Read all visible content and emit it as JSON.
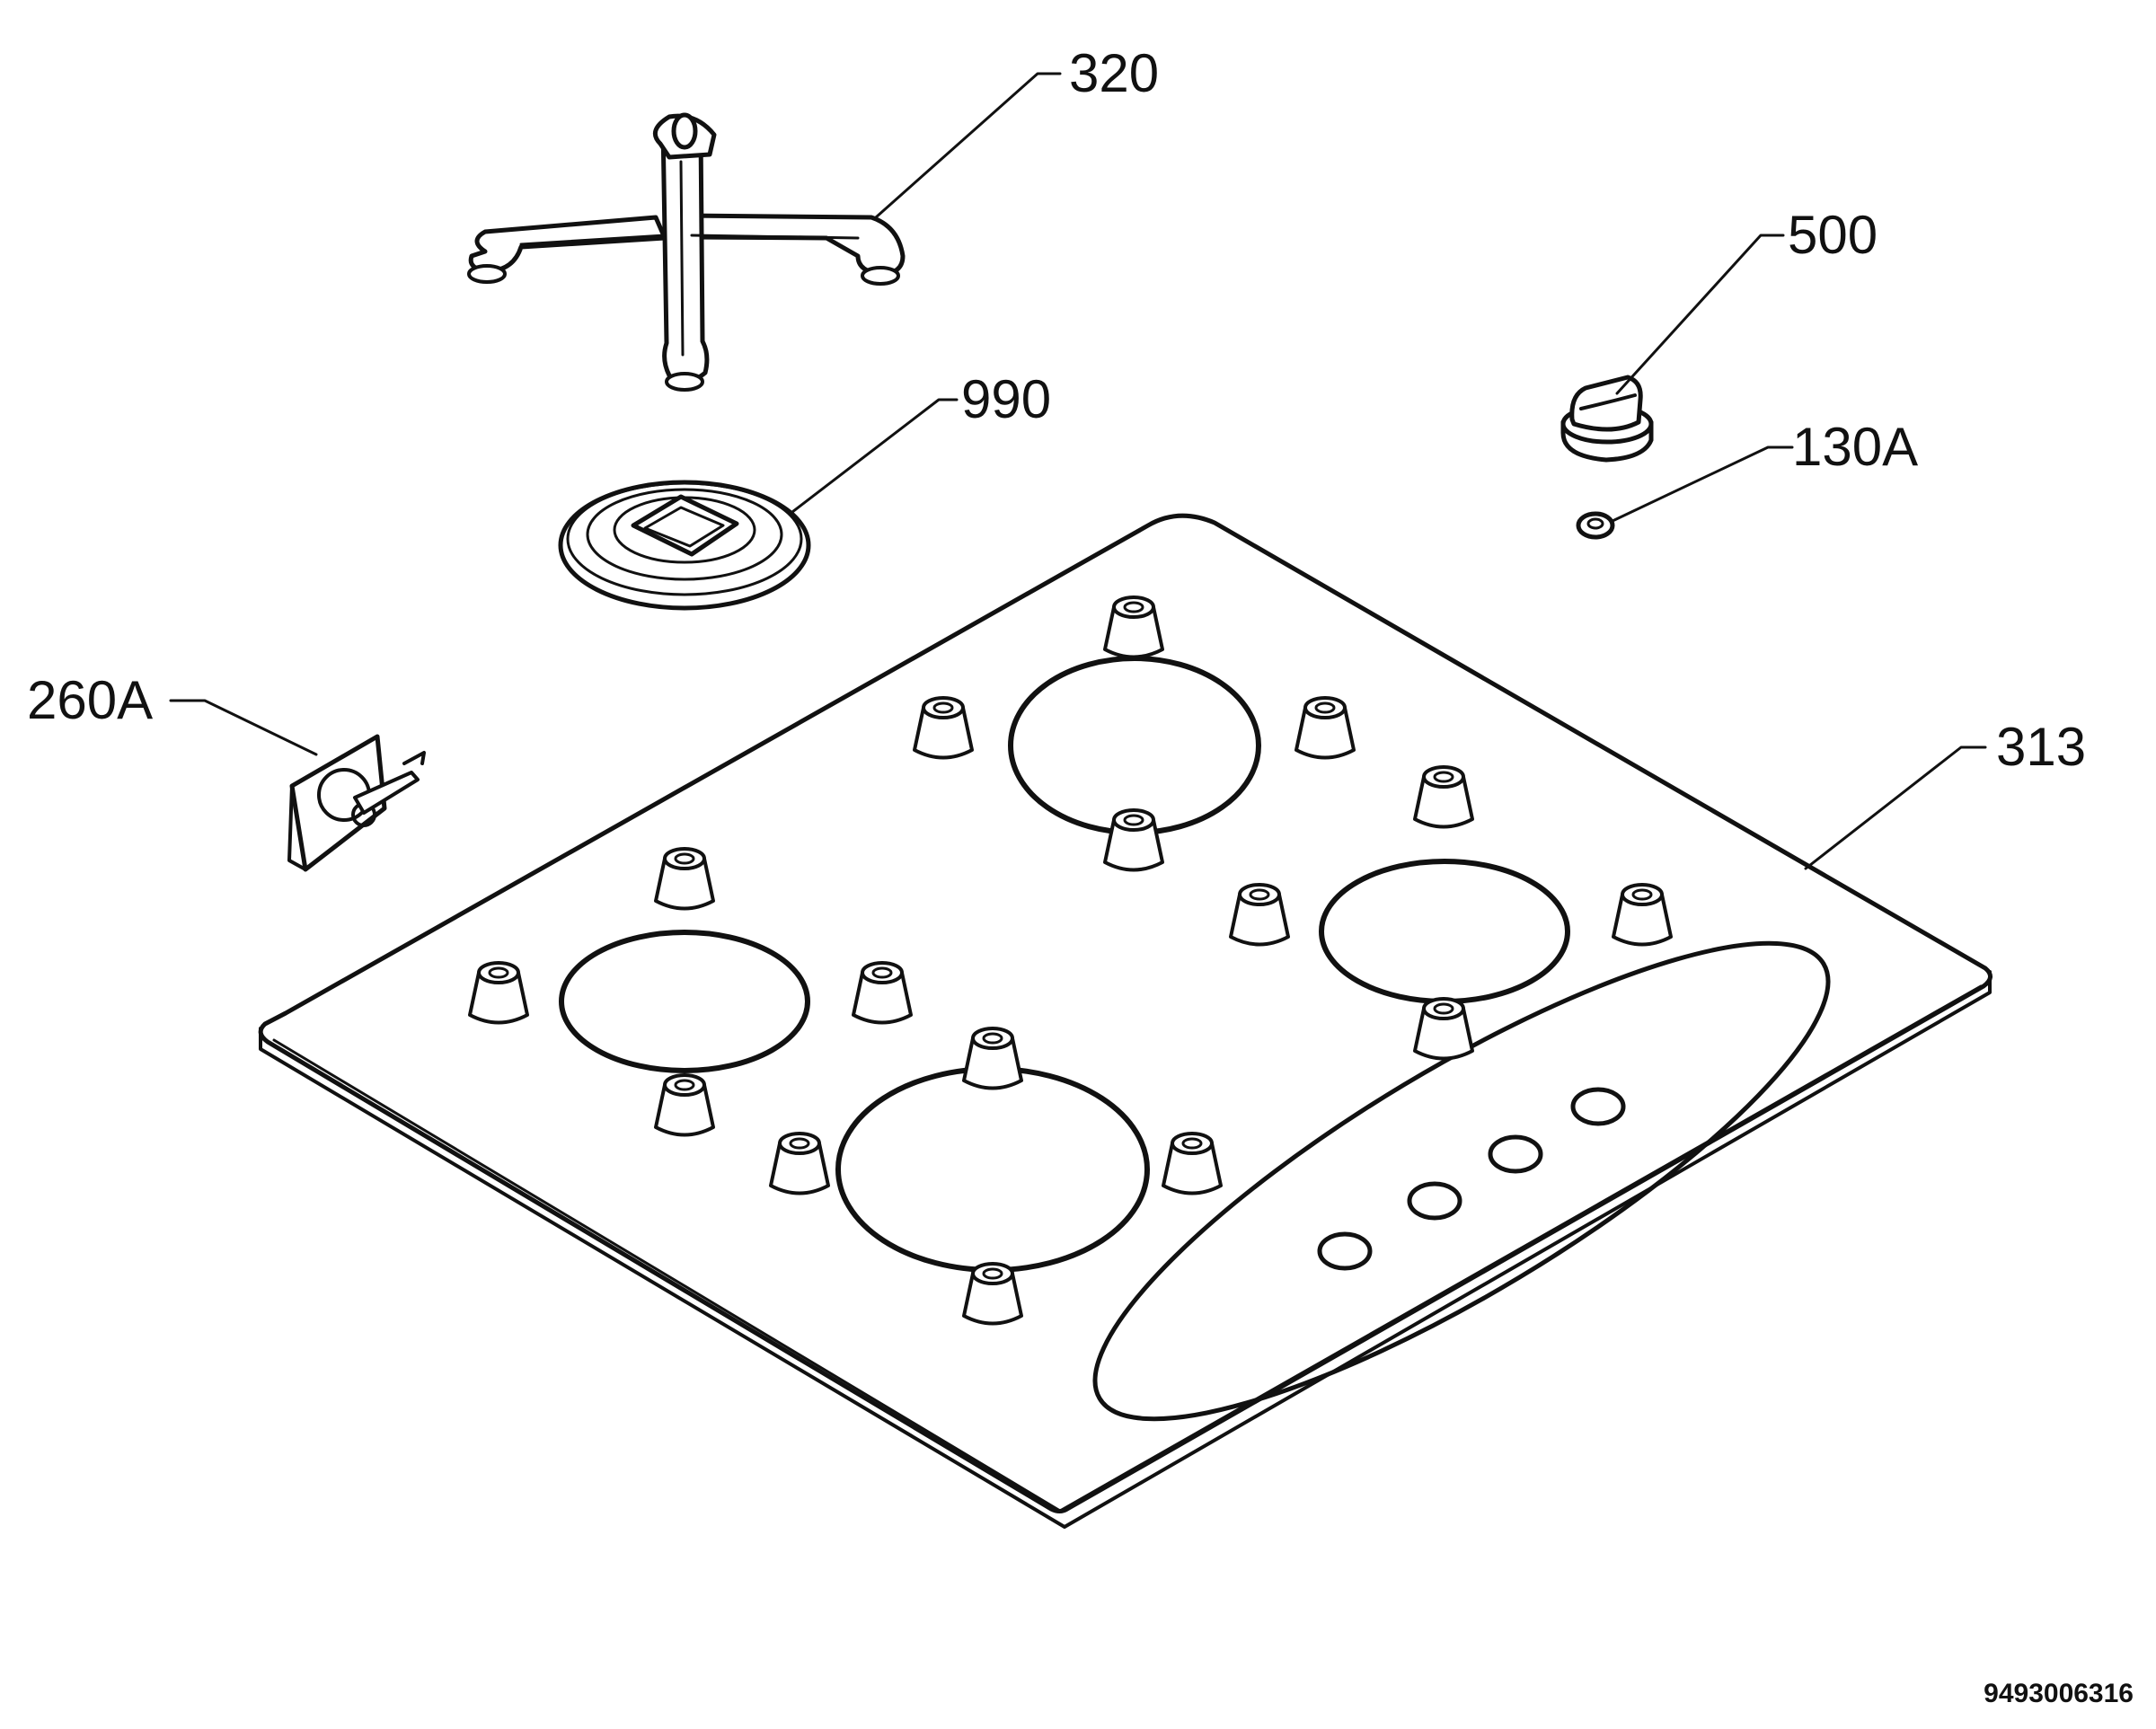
{
  "diagram": {
    "parts": [
      {
        "id": "320",
        "label": "320",
        "name": "pan support"
      },
      {
        "id": "990",
        "label": "990",
        "name": "burner cap"
      },
      {
        "id": "500",
        "label": "500",
        "name": "control knob"
      },
      {
        "id": "130A",
        "label": "130A",
        "name": "knob spring"
      },
      {
        "id": "260A",
        "label": "260A",
        "name": "clip"
      },
      {
        "id": "313",
        "label": "313",
        "name": "hob top plate"
      }
    ],
    "document_number": "9493006316"
  },
  "colors": {
    "ink": "#111111",
    "background": "#ffffff"
  }
}
